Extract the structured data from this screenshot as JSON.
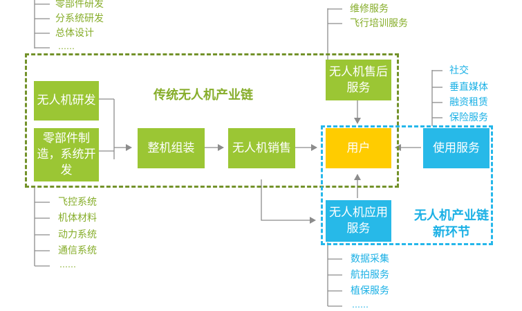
{
  "colors": {
    "green_box": "#9bc634",
    "blue_box": "#27b9e8",
    "user_box": "#ffcc00",
    "green_text": "#86ad2a",
    "blue_text": "#1ab0e5",
    "green_frame": "#73922a",
    "blue_frame": "#25b7ea",
    "connector": "#8c8c8c"
  },
  "traditional_chain": {
    "title": "传统无人机产业链",
    "rd": "无人机研发",
    "parts": "零部件制造，系统开发",
    "assembly": "整机组装",
    "sales": "无人机销售"
  },
  "new_segments": {
    "title": "无人机产业链新环节",
    "after_sales": "无人机售后服务",
    "user": "用户",
    "usage": "使用服务",
    "application": "无人机应用服务"
  },
  "lists": {
    "rd_items": [
      "零部件研发",
      "分系统研发",
      "总体设计",
      "……"
    ],
    "parts_items": [
      "飞控系统",
      "机体材料",
      "动力系统",
      "通信系统",
      "……"
    ],
    "after_sales_items": [
      "维修服务",
      "飞行培训服务"
    ],
    "usage_items": [
      "社交",
      "垂直媒体",
      "融资租赁",
      "保险服务"
    ],
    "application_items": [
      "数据采集",
      "航拍服务",
      "植保服务",
      "……"
    ]
  }
}
